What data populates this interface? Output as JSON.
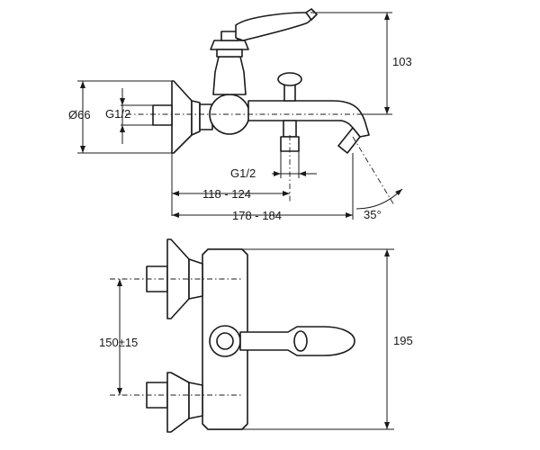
{
  "labels": {
    "height_top": "103",
    "diameter": "Ø66",
    "thread_inlet": "G1/2",
    "thread_outlet": "G1/2",
    "depth_short": "118 - 124",
    "depth_long": "178 - 184",
    "spout_angle": "35°",
    "inlet_spacing": "150±15",
    "height_bottom": "195"
  }
}
